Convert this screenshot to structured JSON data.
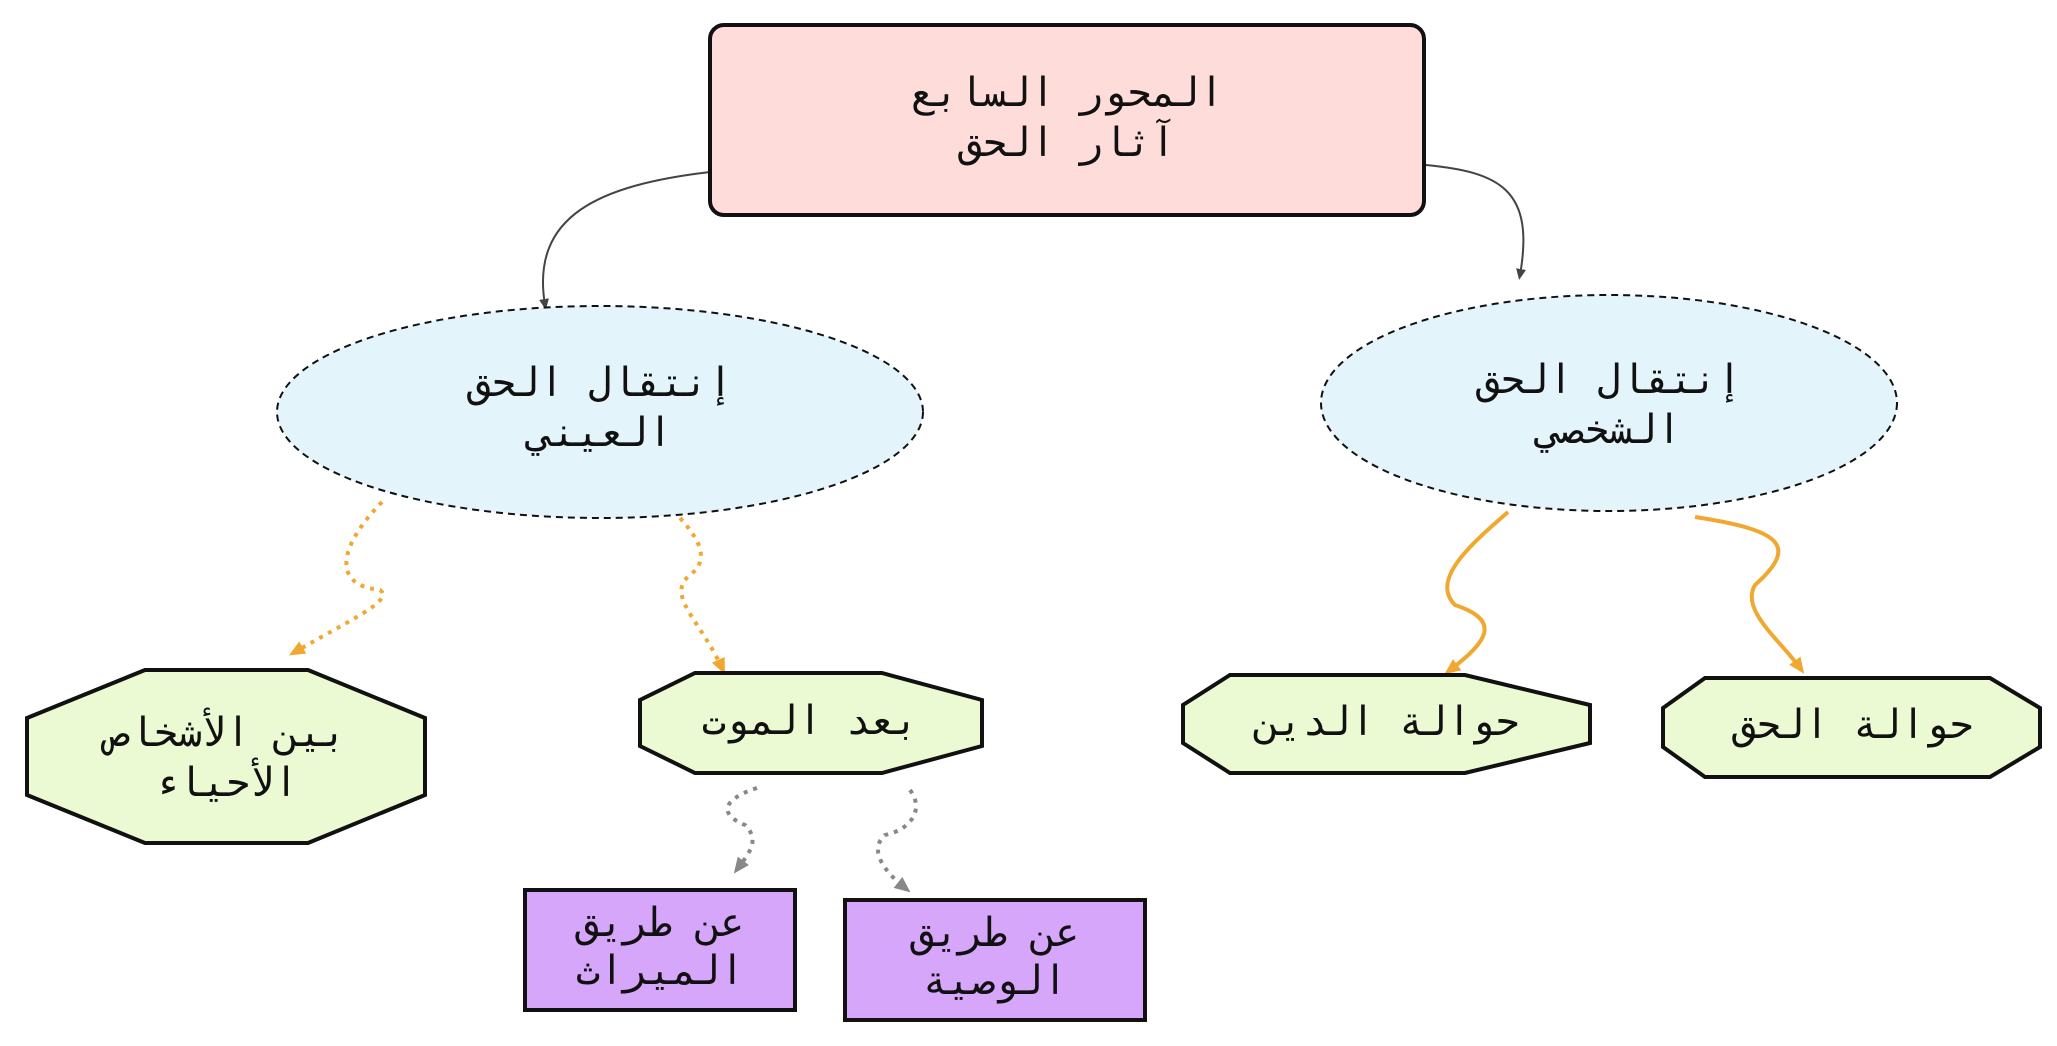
{
  "colors": {
    "root_fill": "#fddcd9",
    "ellipse_fill": "#e3f4fb",
    "octagon_fill": "#ebfad3",
    "rect_fill": "#d6a6fb",
    "stroke": "#111111",
    "edge_dark": "#444444",
    "edge_orange": "#f0a830",
    "edge_gray": "#888888"
  },
  "nodes": {
    "root": {
      "lines": [
        "المحور السابع",
        "آثار الحق"
      ]
    },
    "real_transfer": {
      "lines": [
        "إنتقال الحق",
        "العيني"
      ]
    },
    "personal_transfer": {
      "lines": [
        "إنتقال الحق",
        "الشخصي"
      ]
    },
    "between_living": {
      "lines": [
        "بين الأشخاص",
        "الأحياء"
      ]
    },
    "after_death": {
      "lines": [
        "بعد الموت"
      ]
    },
    "debt_assignment": {
      "lines": [
        "حوالة الدين"
      ]
    },
    "right_assignment": {
      "lines": [
        "حوالة الحق"
      ]
    },
    "inheritance": {
      "lines": [
        "عن طريق",
        "الميراث"
      ]
    },
    "will": {
      "lines": [
        "عن طريق",
        "الوصية"
      ]
    }
  }
}
